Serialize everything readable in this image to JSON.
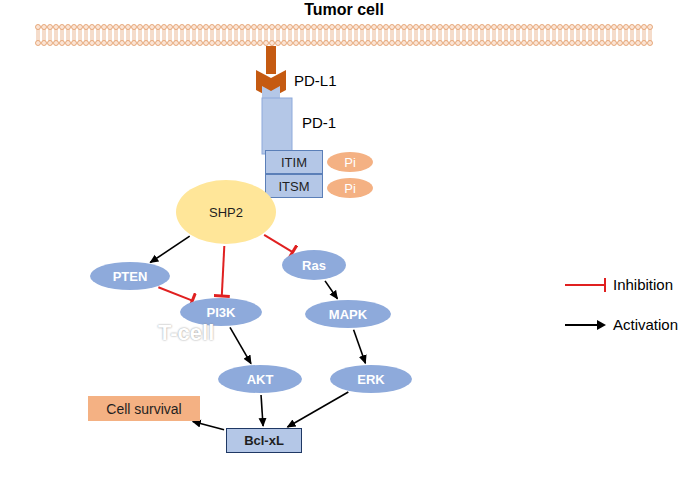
{
  "diagram": {
    "nodes": [
      {
        "text": [
          "Tumor cell"
        ]
      },
      {
        "text": [
          "PD-L1"
        ]
      },
      {
        "text": [
          "PD-1"
        ]
      },
      {
        "text": [
          "T-cell"
        ]
      },
      {
        "text": [
          "ITIM"
        ],
        "in": 3
      },
      {
        "text": [
          "ITSM"
        ],
        "in": 3
      },
      {
        "text": [
          "Pi"
        ],
        "in": 3
      },
      {
        "text": [
          "Pi"
        ],
        "in": 3
      },
      {
        "text": [
          "SHP2"
        ],
        "in": 3
      },
      {
        "text": [
          "PTEN"
        ],
        "in": 3
      },
      {
        "text": [
          "PI3K"
        ],
        "in": 3
      },
      {
        "text": [
          "Ras"
        ],
        "in": 3
      },
      {
        "text": [
          "AKT"
        ],
        "in": 3
      },
      {
        "text": [
          "MAPK"
        ],
        "in": 3
      },
      {
        "text": [
          "ERK"
        ],
        "in": 3
      },
      {
        "text": [
          "Bcl-xL"
        ],
        "in": 3
      },
      {
        "text": [
          "Cell survival"
        ],
        "in": 3
      }
    ],
    "edges": [
      {
        "from": 8,
        "to": 9,
        "arrow": "to"
      },
      {
        "from": 9,
        "to": 10,
        "arrow": "to"
      },
      {
        "from": 8,
        "to": 10,
        "arrow": "to"
      },
      {
        "from": 8,
        "to": 11,
        "arrow": "to"
      },
      {
        "from": 10,
        "to": 12,
        "arrow": "to"
      },
      {
        "from": 11,
        "to": 13,
        "arrow": "to"
      },
      {
        "from": 13,
        "to": 14,
        "arrow": "to"
      },
      {
        "from": 12,
        "to": 15,
        "arrow": "to"
      },
      {
        "from": 14,
        "to": 15,
        "arrow": "to"
      },
      {
        "from": 15,
        "to": 16,
        "arrow": "to"
      }
    ],
    "legend": [
      {
        "text": "Inhibition"
      },
      {
        "text": "Activation"
      }
    ]
  }
}
